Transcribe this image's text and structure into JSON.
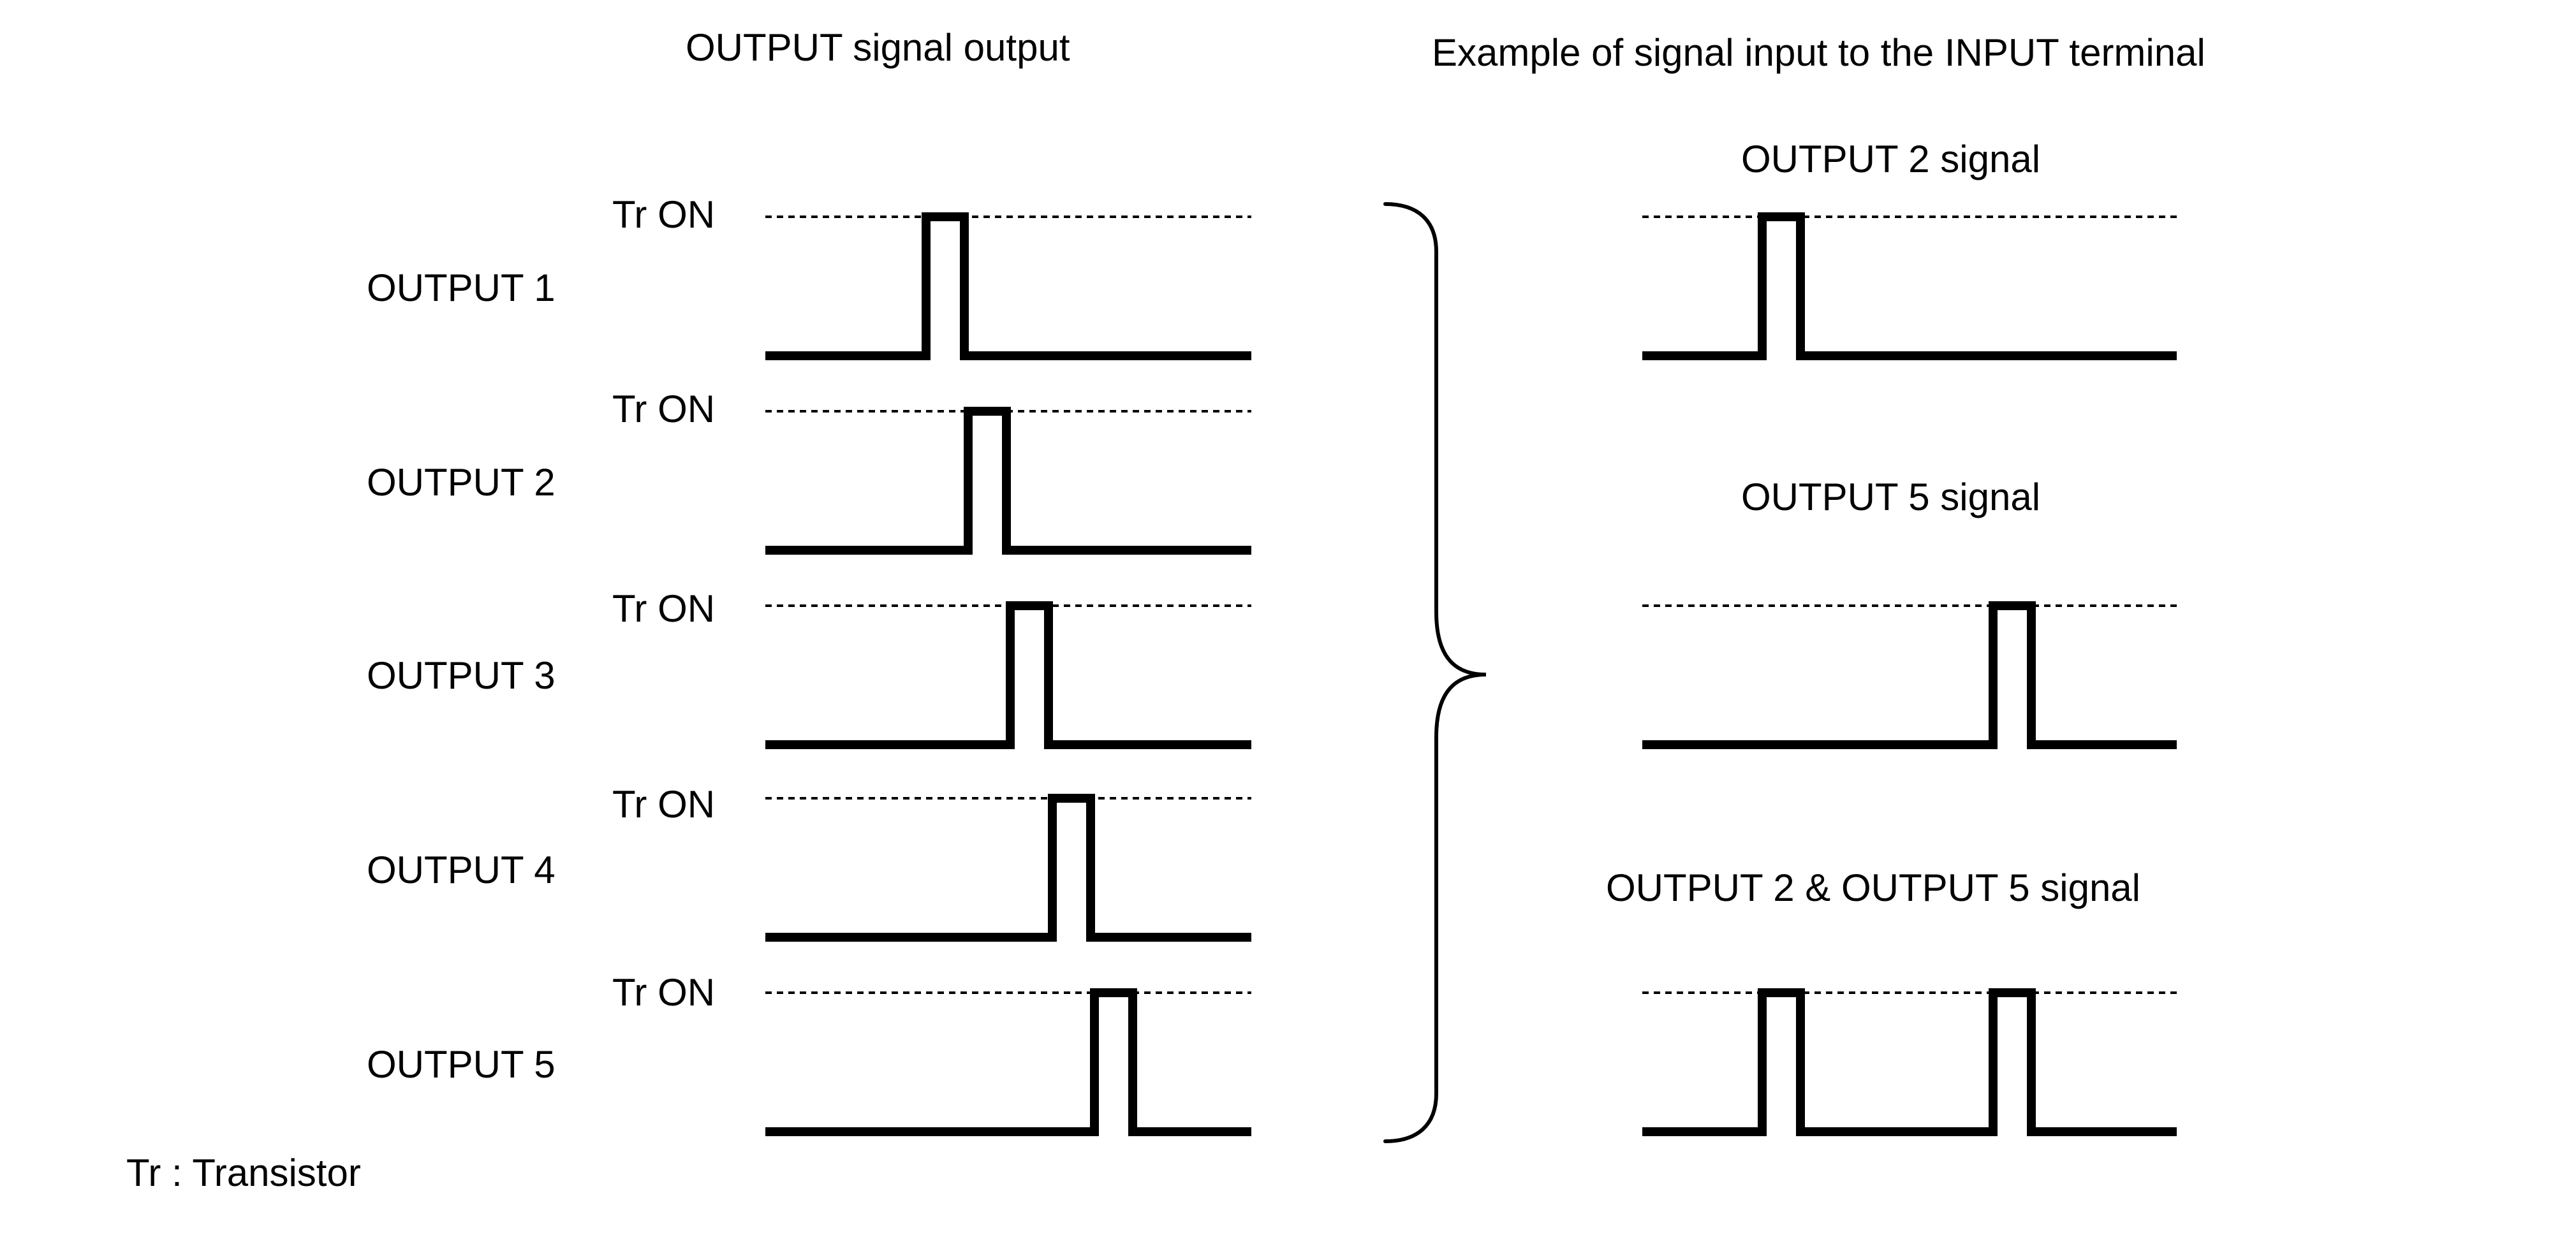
{
  "headers": {
    "left": "OUTPUT signal output",
    "right": "Example of signal input to the INPUT terminal"
  },
  "outputs": [
    {
      "label": "OUTPUT 1",
      "level_label": "Tr ON",
      "pulse_slot": 1
    },
    {
      "label": "OUTPUT 2",
      "level_label": "Tr ON",
      "pulse_slot": 2
    },
    {
      "label": "OUTPUT 3",
      "level_label": "Tr ON",
      "pulse_slot": 3
    },
    {
      "label": "OUTPUT 4",
      "level_label": "Tr ON",
      "pulse_slot": 4
    },
    {
      "label": "OUTPUT 5",
      "level_label": "Tr ON",
      "pulse_slot": 5
    }
  ],
  "examples": [
    {
      "title": "OUTPUT 2 signal",
      "pulse_slots": [
        2
      ]
    },
    {
      "title": "OUTPUT 5 signal",
      "pulse_slots": [
        5
      ]
    },
    {
      "title": "OUTPUT 2 & OUTPUT 5 signal",
      "pulse_slots": [
        2,
        5
      ]
    }
  ],
  "footnote": "Tr : Transistor"
}
